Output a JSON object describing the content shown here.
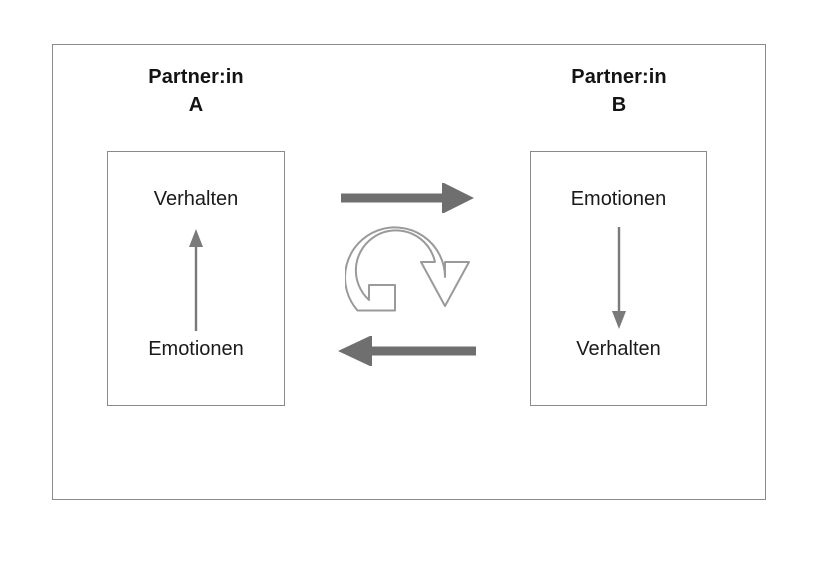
{
  "diagram": {
    "title_left_line1": "Partner:in",
    "title_left_line2": "A",
    "title_right_line1": "Partner:in",
    "title_right_line2": "B",
    "partner_a": {
      "top_label": "Verhalten",
      "bottom_label": "Emotionen",
      "internal_arrow_direction": "up"
    },
    "partner_b": {
      "top_label": "Emotionen",
      "bottom_label": "Verhalten",
      "internal_arrow_direction": "down"
    },
    "middle": {
      "arrow_top_direction": "right",
      "arrow_bottom_direction": "left",
      "cycle_icon_name": "circular-spiral-arrow"
    },
    "colors": {
      "frame_stroke": "#8a8a8a",
      "box_stroke": "#8a8a8a",
      "arrow_fill": "#6f6f6f",
      "cycle_stroke": "#9a9a9a",
      "heading_text": "#141414",
      "label_text": "#1a1a1a",
      "background": "#ffffff"
    }
  }
}
